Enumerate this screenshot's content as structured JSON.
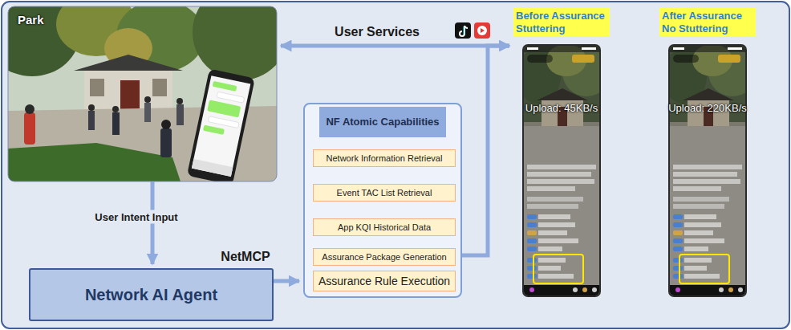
{
  "diagram": {
    "nodes": [
      {
        "text": [
          "Park"
        ]
      },
      {
        "text": [
          "Network AI Agent"
        ]
      },
      {
        "text": [
          "NF Atomic Capabilities"
        ]
      },
      {
        "text": [
          "Network Information Retrieval"
        ],
        "in": 2
      },
      {
        "text": [
          "Event TAC List Retrieval"
        ],
        "in": 2
      },
      {
        "text": [
          "App KQI Historical Data"
        ],
        "in": 2
      },
      {
        "text": [
          "Assurance Package Generation"
        ],
        "in": 2
      },
      {
        "text": [
          "Assurance Rule Execution"
        ],
        "in": 2
      },
      {
        "text": [
          "Before Assurance Stuttering",
          "Upload: 45KB/s"
        ]
      },
      {
        "text": [
          "After Assurance No Stuttering",
          "Upload: 220KB/s"
        ]
      }
    ],
    "edges": [
      {
        "from": 0,
        "to": 8,
        "label": "User Services",
        "arrow": "both"
      },
      {
        "from": 0,
        "to": 1,
        "label": "User Intent Input",
        "arrow": "to"
      },
      {
        "from": 1,
        "to": 2,
        "label": "NetMCP",
        "arrow": "to"
      },
      {
        "from": 2,
        "to": 8,
        "arrow": "to"
      }
    ]
  }
}
